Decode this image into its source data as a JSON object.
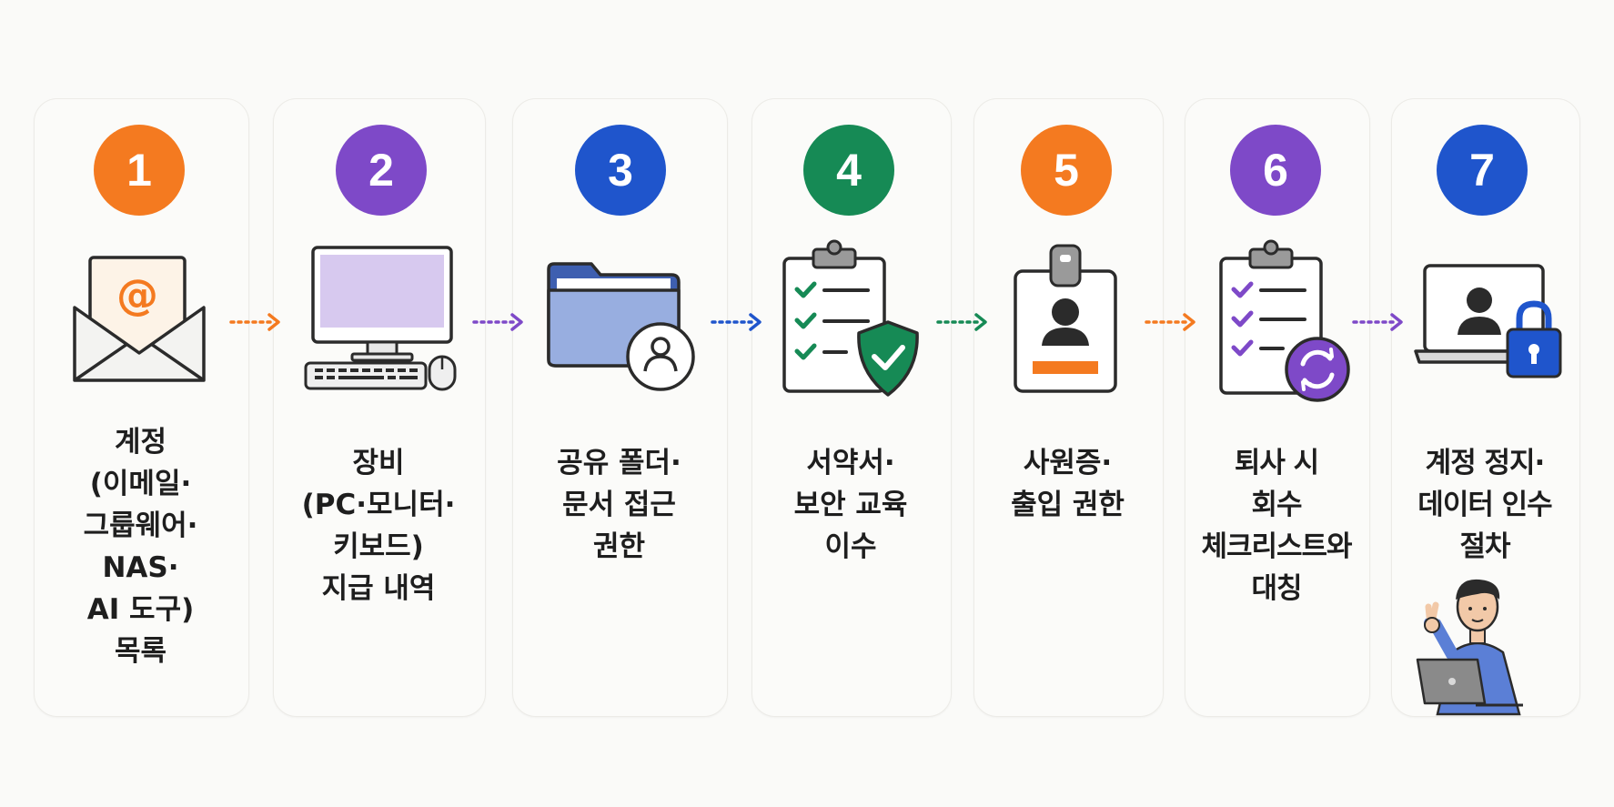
{
  "steps": [
    {
      "number": "1",
      "color": "#f47a20",
      "icon": "email-at-icon",
      "label_lines": [
        "계정",
        "(이메일·",
        "그룹웨어·",
        "NAS·",
        "AI 도구)",
        "목록"
      ]
    },
    {
      "number": "2",
      "color": "#7e49c8",
      "icon": "desktop-computer-icon",
      "label_lines": [
        "장비",
        "(PC·모니터·",
        "키보드)",
        "지급 내역"
      ]
    },
    {
      "number": "3",
      "color": "#1f55cc",
      "icon": "shared-folder-icon",
      "label_lines": [
        "공유 폴더·",
        "문서 접근",
        "권한"
      ]
    },
    {
      "number": "4",
      "color": "#168a55",
      "icon": "clipboard-shield-icon",
      "label_lines": [
        "서약서·",
        "보안 교육",
        "이수"
      ]
    },
    {
      "number": "5",
      "color": "#f47a20",
      "icon": "id-badge-icon",
      "label_lines": [
        "사원증·",
        "출입 권한"
      ]
    },
    {
      "number": "6",
      "color": "#7e49c8",
      "icon": "clipboard-refresh-icon",
      "label_lines": [
        "퇴사 시",
        "회수",
        "체크리스트와",
        "대칭"
      ]
    },
    {
      "number": "7",
      "color": "#1f55cc",
      "icon": "laptop-lock-icon",
      "label_lines": [
        "계정 정지·",
        "데이터 인수",
        "절차"
      ]
    }
  ],
  "arrow_colors": [
    "#f47a20",
    "#7e49c8",
    "#1f55cc",
    "#168a55",
    "#f47a20",
    "#7e49c8"
  ]
}
